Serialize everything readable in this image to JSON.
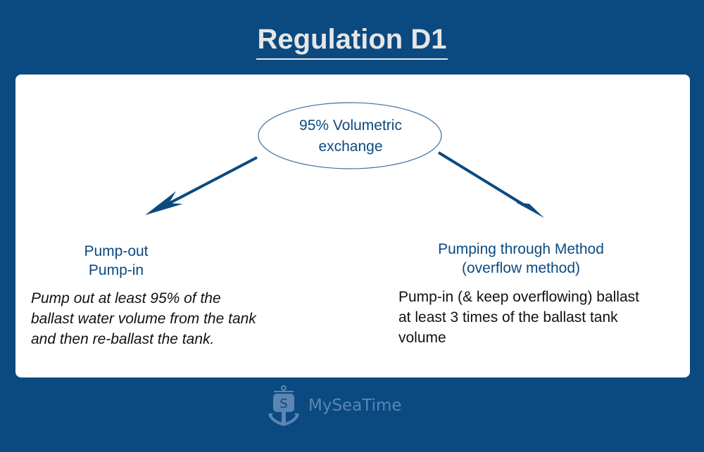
{
  "title": "Regulation D1",
  "center_node": {
    "line1": "95% Volumetric",
    "line2": "exchange"
  },
  "left_branch": {
    "heading_line1": "Pump-out",
    "heading_line2": "Pump-in",
    "body_lines": [
      "Pump out at least 95% of the",
      "ballast water volume from the tank",
      "and then re-ballast the tank."
    ]
  },
  "right_branch": {
    "heading_line1": "Pumping through Method",
    "heading_line2": "(overflow method)",
    "body_lines": [
      "Pump-in (& keep overflowing) ballast",
      "at least 3 times of the ballast tank",
      "volume"
    ]
  },
  "logo": {
    "icon": "anchor-s-icon",
    "icon_letter": "S",
    "text": "MySeaTime"
  },
  "colors": {
    "background": "#0b4a80",
    "accent": "#0b4a80",
    "card": "#ffffff",
    "title": "#e6e6e6",
    "logo": "#5b86b3"
  }
}
